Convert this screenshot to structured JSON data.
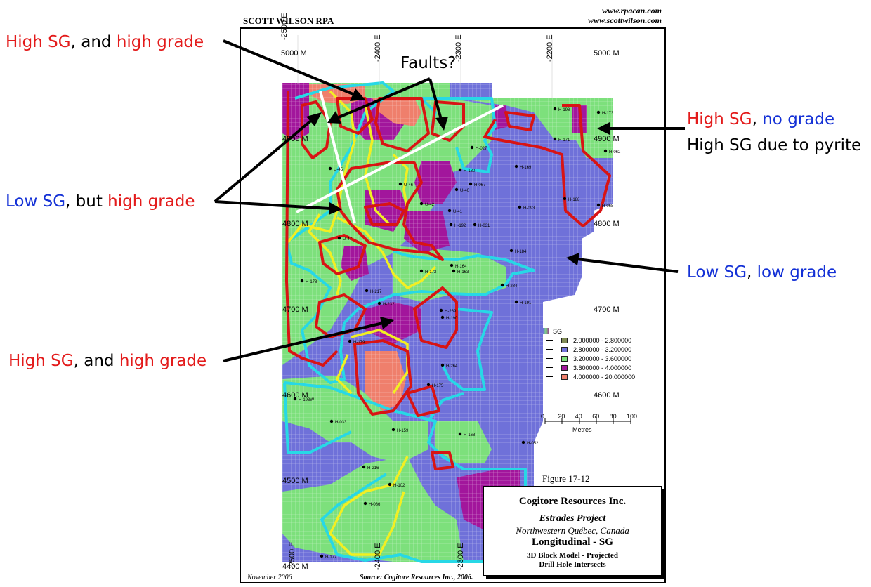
{
  "header": {
    "company": "SCOTT WILSON RPA",
    "url1": "www.rpacan.com",
    "url2": "www.scottwilson.com"
  },
  "axes": {
    "easting_labels": [
      "-2500 E",
      "-2400 E",
      "-2300 E",
      "-2200 E"
    ],
    "elevation_labels": [
      "5000 M",
      "4900 M",
      "4800 M",
      "4700 M",
      "4600 M",
      "4500 M",
      "4400 M"
    ]
  },
  "legend": {
    "title": "SG",
    "items": [
      {
        "label": "2.000000 - 2.800000",
        "color": "#7f8a55"
      },
      {
        "label": "2.800000 - 3.200000",
        "color": "#6f71d9"
      },
      {
        "label": "3.200000 - 3.600000",
        "color": "#7de07c"
      },
      {
        "label": "3.600000 - 4.000000",
        "color": "#a2169c"
      },
      {
        "label": "4.000000 - 20.000000",
        "color": "#ef7f6c"
      }
    ]
  },
  "scale_bar": {
    "ticks": [
      "0",
      "20",
      "40",
      "60",
      "80",
      "100"
    ],
    "unit": "Metres"
  },
  "figure_label": "Figure 17-12",
  "title_block": {
    "company": "Cogitore Resources Inc.",
    "project": "Estrades Project",
    "location": "Northwestern Québec, Canada",
    "view": "Longitudinal  -  SG",
    "subtitle1": "3D Block Model - Projected",
    "subtitle2": "Drill Hole Intersects"
  },
  "footer": {
    "date": "November 2006",
    "source": "Source: Cogitore Resources Inc., 2006."
  },
  "drill_holes": [
    "H-198",
    "H-173",
    "H-171",
    "H-062",
    "H-027",
    "H-169",
    "H-067",
    "H-093",
    "H-188",
    "H-068",
    "H-192",
    "H-031",
    "H-184",
    "H-164",
    "H-163",
    "H-172",
    "H-284",
    "H-191",
    "H-269",
    "H-190",
    "H-179",
    "H-264",
    "H-178",
    "H-193W",
    "H-033",
    "H-159",
    "H-168",
    "H-052",
    "H-086",
    "H-102",
    "H-216",
    "H-177",
    "H-217",
    "H-232",
    "H-175",
    "H-180",
    "U-40",
    "U-47",
    "U-46",
    "U-41",
    "U-42",
    "U-45"
  ],
  "annotations": {
    "top_left": {
      "part1": "High SG",
      "part2": ", and ",
      "part3": "high grade"
    },
    "faults": "Faults?",
    "right_top": {
      "part1": "High SG",
      "part2": ", ",
      "part3": "no grade",
      "line2": "High SG due to pyrite"
    },
    "mid_left": {
      "part1": "Low SG",
      "part2": ", but ",
      "part3": "high grade"
    },
    "right_mid": {
      "part1": "Low SG",
      "part2": ", ",
      "part3": "low grade"
    },
    "bottom_left": {
      "part1": "High SG",
      "part2": ", and ",
      "part3": "high grade"
    }
  },
  "colors": {
    "red_text": "#e31b1b",
    "blue_text": "#1431d6",
    "outline_red": "#d81414",
    "outline_yellow": "#f2ef22",
    "outline_cyan": "#27d8e6",
    "fault_white": "#ffffff"
  }
}
